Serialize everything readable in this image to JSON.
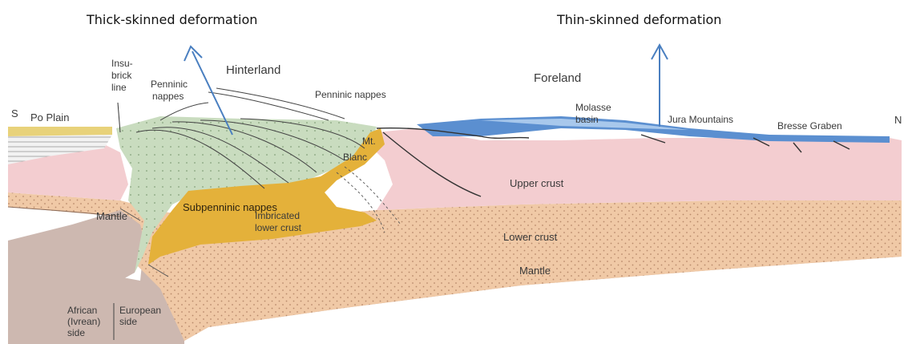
{
  "headers": {
    "thick": "Thick-skinned deformation",
    "thin": "Thin-skinned deformation"
  },
  "labels": {
    "S": "S",
    "N": "N",
    "po_plain": "Po Plain",
    "insubrick_1": "Insu-",
    "insubrick_2": "brick",
    "insubrick_3": "line",
    "penninic_left_1": "Penninic",
    "penninic_left_2": "nappes",
    "hinterland": "Hinterland",
    "penninic_right": "Penninic nappes",
    "foreland": "Foreland",
    "molasse_1": "Molasse",
    "molasse_2": "basin",
    "jura": "Jura Mountains",
    "bresse": "Bresse Graben",
    "mt": "Mt.",
    "blanc": "Blanc",
    "upper_crust": "Upper crust",
    "lower_crust": "Lower crust",
    "mantle_right": "Mantle",
    "mantle_left": "Mantle",
    "subpenninic": "Subpenninic nappes",
    "imbricated_1": "Imbricated",
    "imbricated_2": "lower crust",
    "african_1": "African",
    "african_2": "(Ivrean)",
    "african_3": "side",
    "european_1": "European",
    "european_2": "side"
  },
  "colors": {
    "upper_crust": "#f3cdd0",
    "lower_crust": "#f0c9a6",
    "mantle": "#cdb8b0",
    "penninic": "#c9dcbf",
    "subpenninic": "#e4b13a",
    "molasse": "#5b8fd0",
    "arrow": "#4a7fc0"
  }
}
